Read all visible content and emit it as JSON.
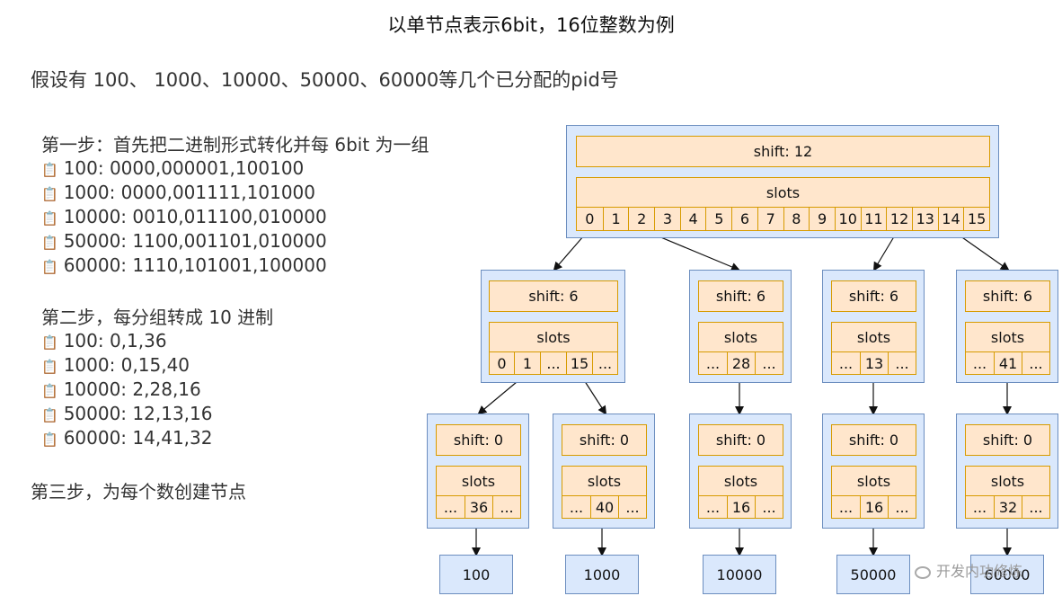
{
  "title": "以单节点表示6bit，16位整数为例",
  "intro": "假设有 100、 1000、10000、50000、60000等几个已分配的pid号",
  "step1": {
    "heading": "第一步：首先把二进制形式转化并每 6bit 为一组",
    "lines": [
      "100: 0000,000001,100100",
      "1000: 0000,001111,101000",
      "10000: 0010,011100,010000",
      "50000: 1100,001101,010000",
      "60000: 1110,101001,100000"
    ]
  },
  "step2": {
    "heading": "第二步，每分组转成 10 进制",
    "lines": [
      "100: 0,1,36",
      "1000: 0,15,40",
      "10000: 2,28,16",
      "50000: 12,13,16",
      "60000: 14,41,32"
    ]
  },
  "step3": {
    "heading": "第三步，为每个数创建节点"
  },
  "root": {
    "shift": "shift: 12",
    "slots_label": "slots",
    "cells": [
      "0",
      "1",
      "2",
      "3",
      "4",
      "5",
      "6",
      "7",
      "8",
      "9",
      "10",
      "11",
      "12",
      "13",
      "14",
      "15"
    ]
  },
  "level1": [
    {
      "shift": "shift: 6",
      "slots_label": "slots",
      "cells": [
        "0",
        "1",
        "...",
        "15",
        "..."
      ]
    },
    {
      "shift": "shift: 6",
      "slots_label": "slots",
      "cells": [
        "...",
        "28",
        "..."
      ]
    },
    {
      "shift": "shift: 6",
      "slots_label": "slots",
      "cells": [
        "...",
        "13",
        "..."
      ]
    },
    {
      "shift": "shift: 6",
      "slots_label": "slots",
      "cells": [
        "...",
        "41",
        "..."
      ]
    }
  ],
  "level2": [
    {
      "shift": "shift: 0",
      "slots_label": "slots",
      "cells": [
        "...",
        "36",
        "..."
      ]
    },
    {
      "shift": "shift: 0",
      "slots_label": "slots",
      "cells": [
        "...",
        "40",
        "..."
      ]
    },
    {
      "shift": "shift: 0",
      "slots_label": "slots",
      "cells": [
        "...",
        "16",
        "..."
      ]
    },
    {
      "shift": "shift: 0",
      "slots_label": "slots",
      "cells": [
        "...",
        "16",
        "..."
      ]
    },
    {
      "shift": "shift: 0",
      "slots_label": "slots",
      "cells": [
        "...",
        "32",
        "..."
      ]
    }
  ],
  "leaves": [
    "100",
    "1000",
    "10000",
    "50000",
    "60000"
  ],
  "watermark": "开发内功修炼",
  "colors": {
    "node_fill": "#dae8fc",
    "node_border": "#6c8ebf",
    "field_fill": "#ffe6cc",
    "field_border": "#d79b00"
  },
  "icons": {
    "list_bullet": "clipboard-icon"
  }
}
